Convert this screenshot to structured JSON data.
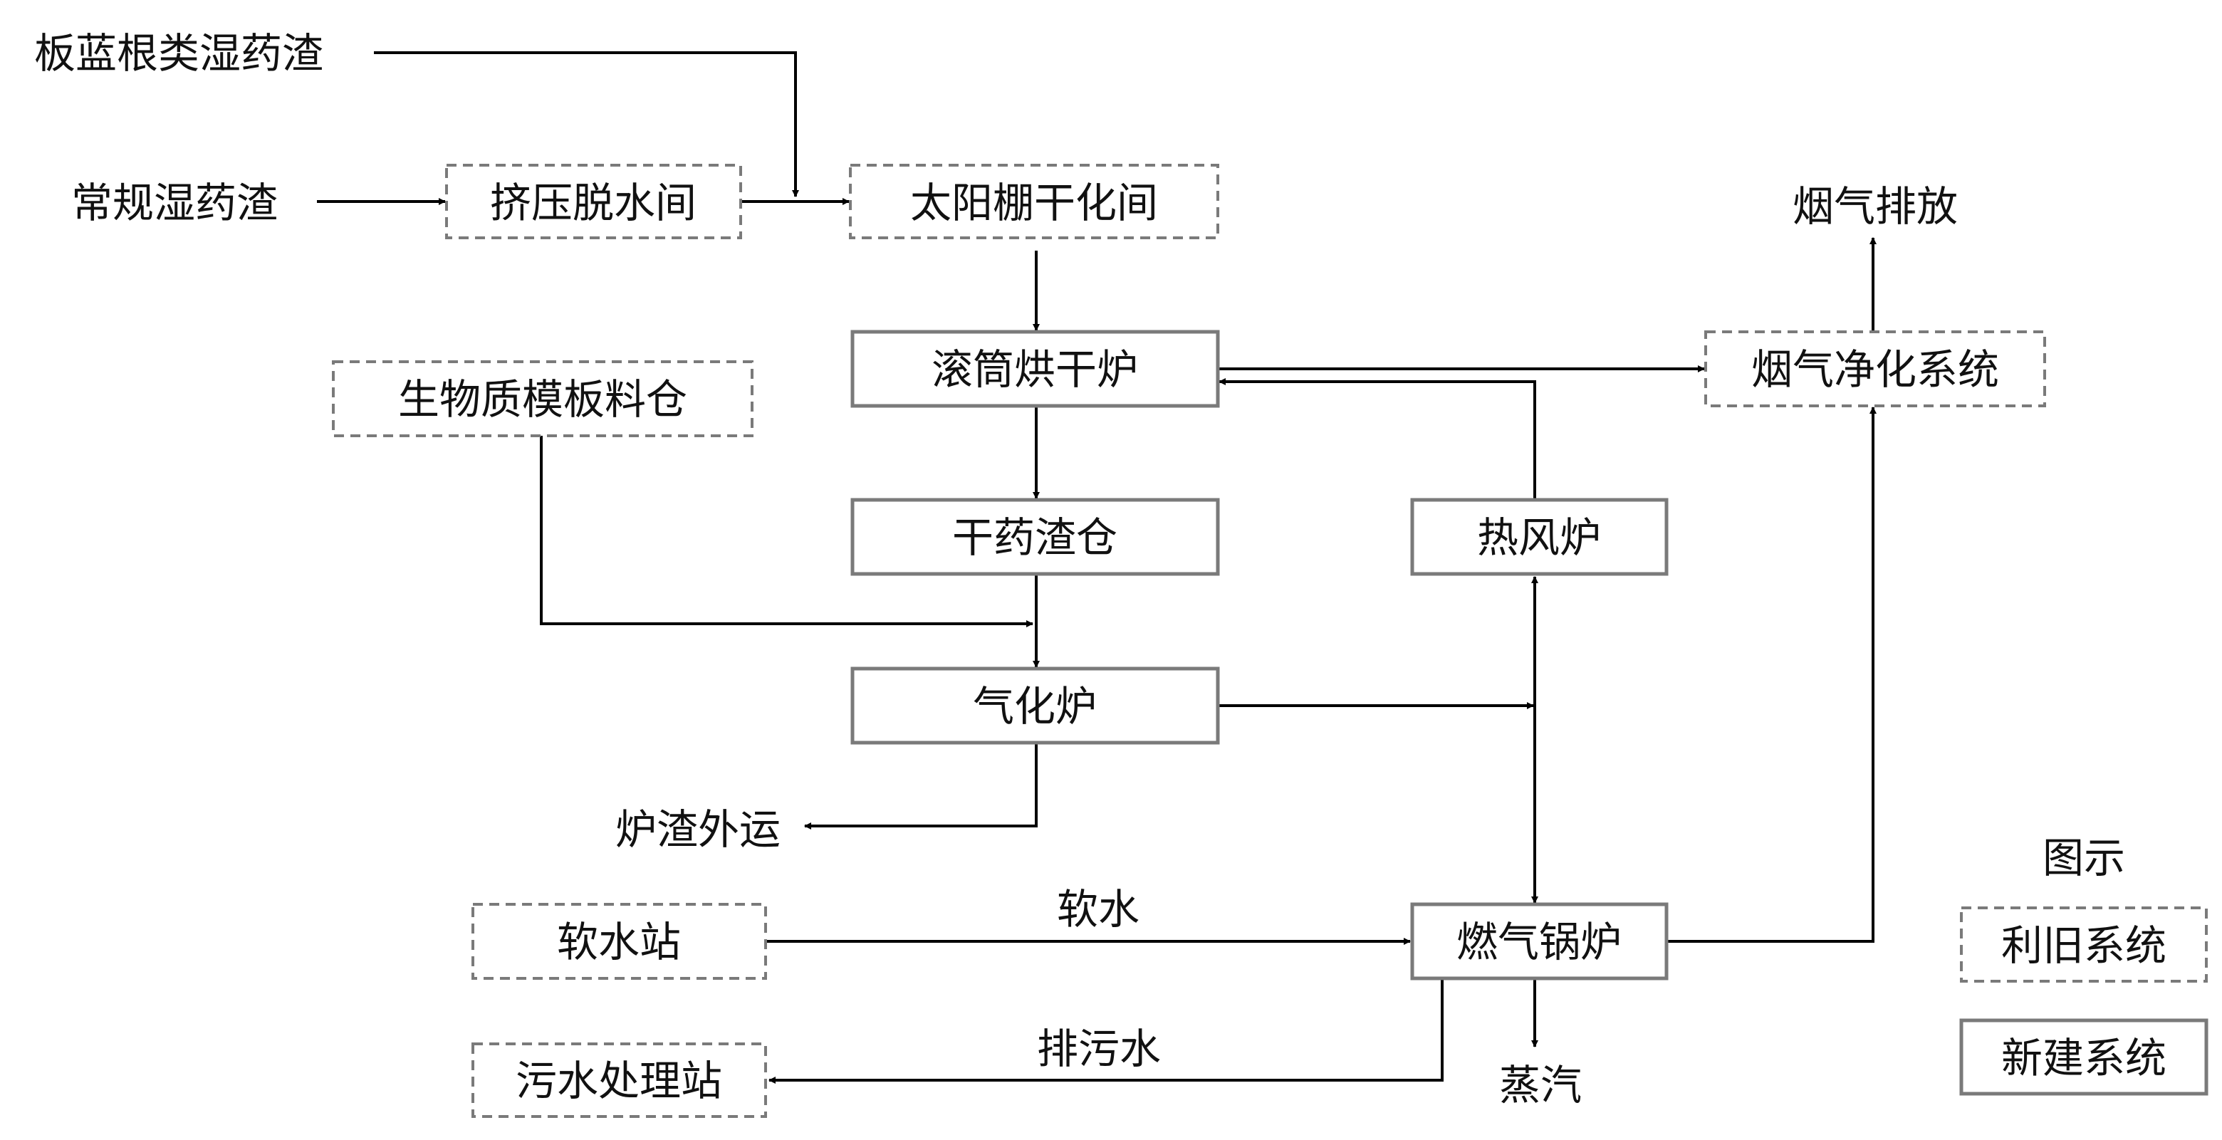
{
  "inputs": {
    "banlangen_wet_residue": "板蓝根类湿药渣",
    "regular_wet_residue": "常规湿药渣"
  },
  "nodes": {
    "squeeze_dewater": "挤压脱水间",
    "solar_dryer": "太阳棚干化间",
    "drum_dryer": "滚筒烘干炉",
    "biomass_silo": "生物质模板料仓",
    "dry_residue_silo": "干药渣仓",
    "gasifier": "气化炉",
    "hot_air_furnace": "热风炉",
    "flue_gas_cleaning": "烟气净化系统",
    "soft_water_station": "软水站",
    "gas_boiler": "燃气锅炉",
    "sewage_station": "污水处理站"
  },
  "outputs": {
    "flue_gas_emission": "烟气排放",
    "slag_transport": "炉渣外运",
    "steam": "蒸汽"
  },
  "edge_labels": {
    "soft_water": "软水",
    "blowdown_water": "排污水"
  },
  "legend": {
    "title": "图示",
    "reused_system": "利旧系统",
    "new_system": "新建系统"
  },
  "colors": {
    "box_border": "#7a7a7a",
    "line": "#000000",
    "text": "#111111"
  }
}
